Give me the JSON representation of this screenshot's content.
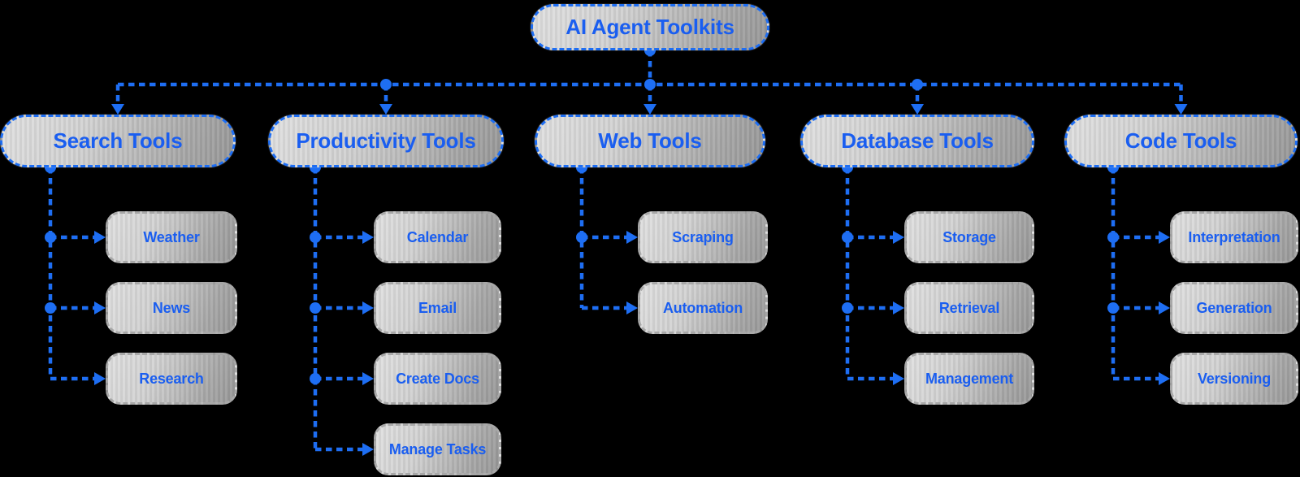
{
  "diagram": {
    "background": "#000000",
    "accent_blue": "#1e6ef3",
    "text_blue": "#1a5ef0",
    "node_fill_light": "#dedede",
    "node_fill_dark": "#9a9a9a",
    "leaf_border_gray": "#a8a8a8",
    "root": {
      "label": "AI Agent Toolkits"
    },
    "categories": [
      {
        "label": "Search Tools",
        "children": [
          {
            "label": "Weather"
          },
          {
            "label": "News"
          },
          {
            "label": "Research"
          }
        ]
      },
      {
        "label": "Productivity Tools",
        "children": [
          {
            "label": "Calendar"
          },
          {
            "label": "Email"
          },
          {
            "label": "Create Docs"
          },
          {
            "label": "Manage Tasks"
          }
        ]
      },
      {
        "label": "Web Tools",
        "children": [
          {
            "label": "Scraping"
          },
          {
            "label": "Automation"
          }
        ]
      },
      {
        "label": "Database Tools",
        "children": [
          {
            "label": "Storage"
          },
          {
            "label": "Retrieval"
          },
          {
            "label": "Management"
          }
        ]
      },
      {
        "label": "Code Tools",
        "children": [
          {
            "label": "Interpretation"
          },
          {
            "label": "Generation"
          },
          {
            "label": "Versioning"
          }
        ]
      }
    ]
  }
}
